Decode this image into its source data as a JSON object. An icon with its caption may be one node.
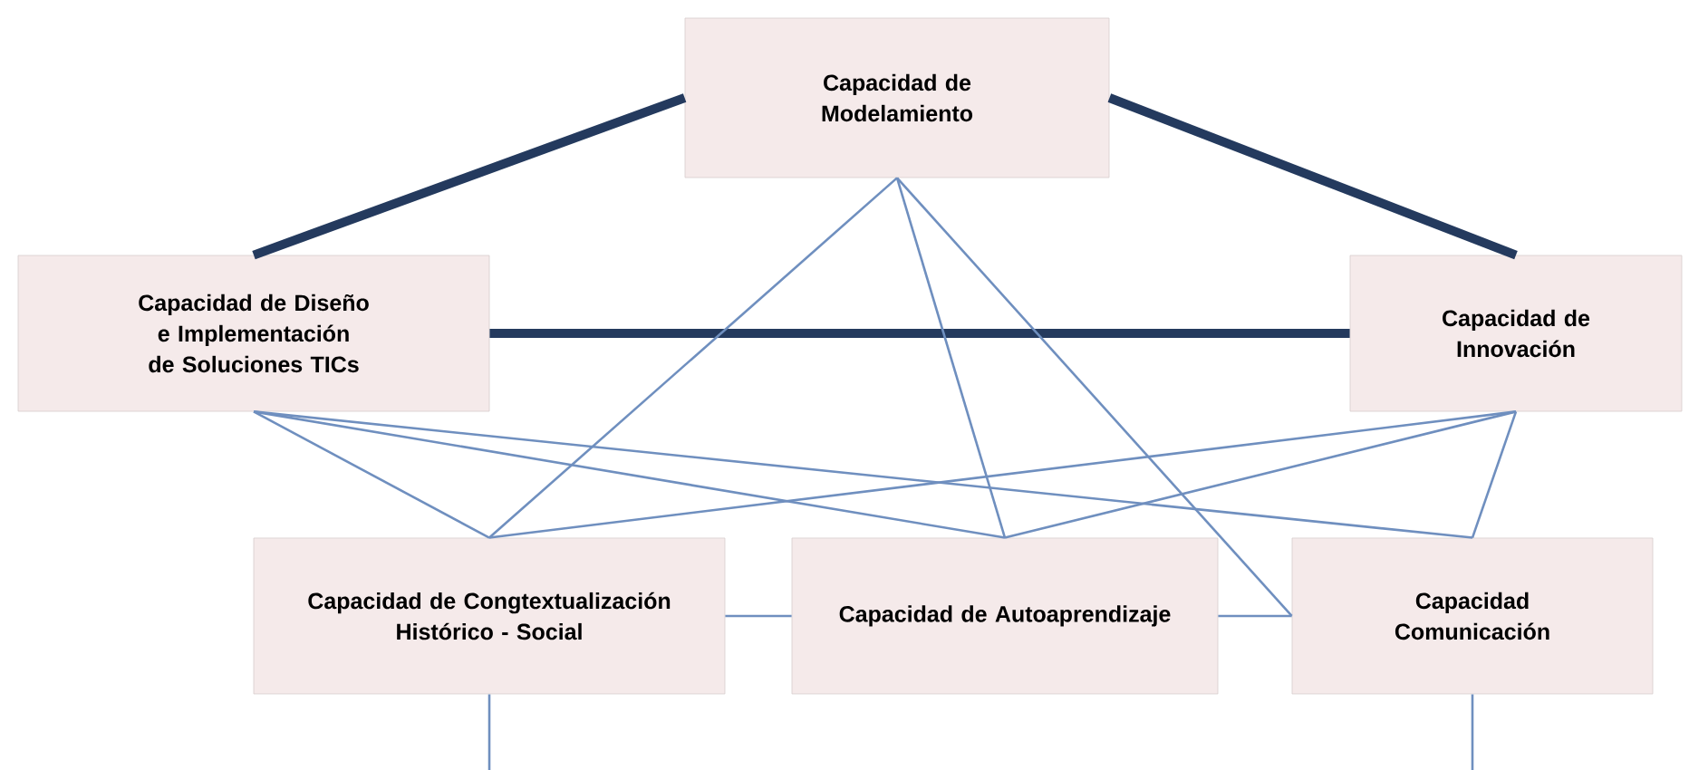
{
  "diagram": {
    "nodes": [
      {
        "text": [
          "Capacidad de Modelamiento"
        ]
      },
      {
        "text": [
          "Capacidad de Diseño e Implementación de Soluciones TICs"
        ]
      },
      {
        "text": [
          "Capacidad de Innovación"
        ]
      },
      {
        "text": [
          "Capacidad de Congtextualización Histórico - Social"
        ]
      },
      {
        "text": [
          "Capacidad de Autoaprendizaje"
        ]
      },
      {
        "text": [
          "Capacidad Comunicación"
        ]
      }
    ],
    "edges": [
      {
        "from": 0,
        "to": 1,
        "arrow": "none",
        "style": "thick",
        "color": "#243a5e"
      },
      {
        "from": 0,
        "to": 2,
        "arrow": "none",
        "style": "thick",
        "color": "#243a5e"
      },
      {
        "from": 1,
        "to": 2,
        "arrow": "none",
        "style": "thick",
        "color": "#243a5e"
      },
      {
        "from": 0,
        "to": 3,
        "arrow": "none"
      },
      {
        "from": 0,
        "to": 4,
        "arrow": "none"
      },
      {
        "from": 0,
        "to": 5,
        "arrow": "none"
      },
      {
        "from": 1,
        "to": 3,
        "arrow": "none"
      },
      {
        "from": 1,
        "to": 4,
        "arrow": "none"
      },
      {
        "from": 1,
        "to": 5,
        "arrow": "none"
      },
      {
        "from": 2,
        "to": 3,
        "arrow": "none"
      },
      {
        "from": 2,
        "to": 4,
        "arrow": "none"
      },
      {
        "from": 2,
        "to": 5,
        "arrow": "none"
      },
      {
        "from": 3,
        "to": 4,
        "arrow": "none"
      },
      {
        "from": 4,
        "to": 5,
        "arrow": "none"
      },
      {
        "from": 3,
        "to": null,
        "arrow": "none"
      },
      {
        "from": 5,
        "to": null,
        "arrow": "none"
      }
    ]
  }
}
